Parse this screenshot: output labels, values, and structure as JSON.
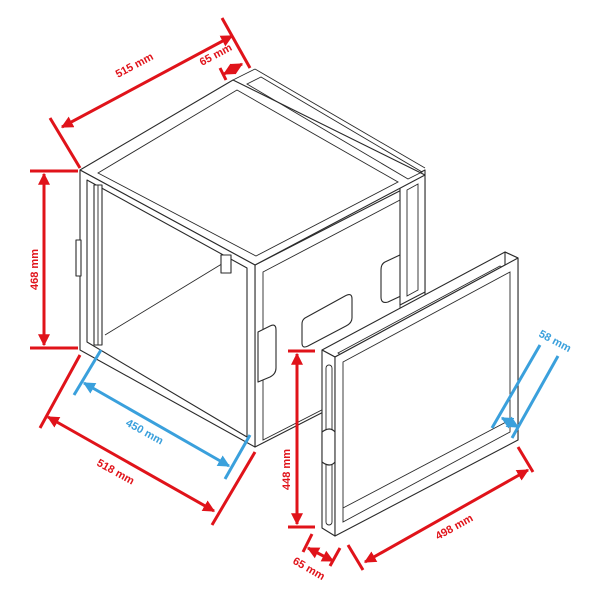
{
  "diagram": {
    "subject": "Rack flight case with removable front lid",
    "colors": {
      "outer_dimension": "#e0131a",
      "inner_dimension": "#3aa0dc",
      "outline": "#2a2a2a"
    },
    "dimensions": {
      "outer_depth": {
        "label": "515 mm",
        "color": "red"
      },
      "lid_depth_top": {
        "label": "65 mm",
        "color": "red"
      },
      "outer_height": {
        "label": "468 mm",
        "color": "red"
      },
      "outer_width": {
        "label": "518 mm",
        "color": "red"
      },
      "inner_width": {
        "label": "450 mm",
        "color": "blue"
      },
      "lid_height": {
        "label": "448 mm",
        "color": "red"
      },
      "lid_depth_bottom": {
        "label": "65 mm",
        "color": "red"
      },
      "lid_width": {
        "label": "498 mm",
        "color": "red"
      },
      "lid_inner_depth": {
        "label": "58 mm",
        "color": "blue"
      }
    }
  }
}
